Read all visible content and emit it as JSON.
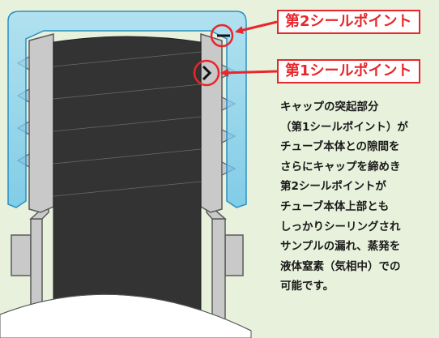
{
  "colors": {
    "background": "#e8f1dc",
    "accent_red": "#e8262b",
    "cap_blue": "#5fc0ea",
    "cap_blue_dark": "#2a8fc4",
    "tube_gray": "#c9c9c9",
    "tube_outline": "#5a5a5a",
    "sample_dark": "#333333"
  },
  "callouts": {
    "second_seal_point": "第2シールポイント",
    "first_seal_point": "第1シールポイント"
  },
  "description_lines": [
    "キャップの突起部分",
    "（第1シールポイント）が",
    "チューブ本体との隙間を",
    "さらにキャップを締めき",
    "第2シールポイントが",
    "チューブ本体上部とも",
    "しっかりシーリングされ",
    "サンプルの漏れ、蒸発を",
    "液体窒素（気相中）での",
    "可能です。"
  ],
  "icons": {
    "seal_marker_2": "red-circle-marker-icon",
    "seal_marker_1": "red-circle-marker-icon",
    "arrow": "red-arrow-icon"
  }
}
